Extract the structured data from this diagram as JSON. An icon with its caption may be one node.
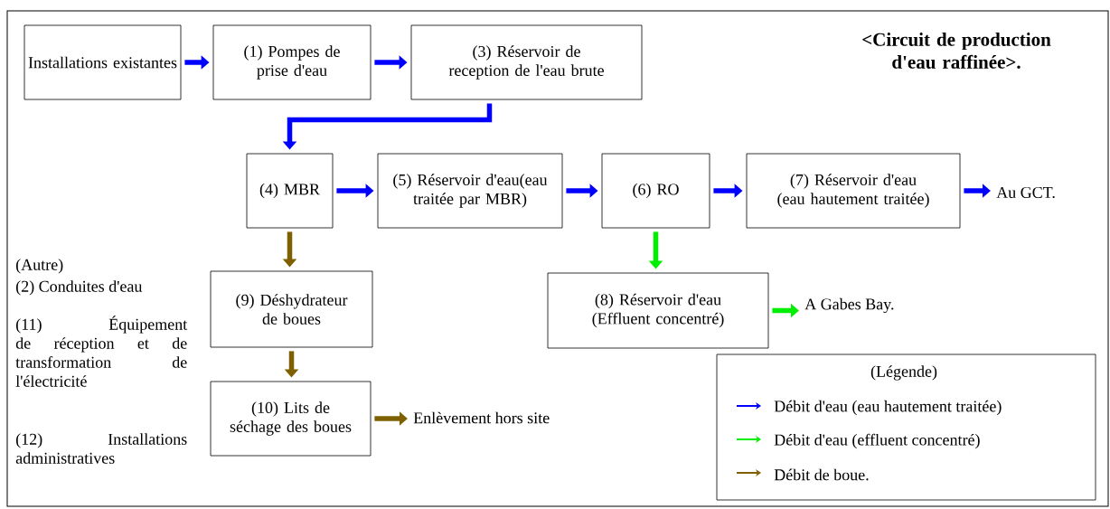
{
  "diagram": {
    "title": "<Circuit de production d'eau raffinée>.",
    "nodes": [
      {
        "text": [
          "Installations existantes"
        ]
      },
      {
        "text": [
          "(1) Pompes de prise d'eau"
        ]
      },
      {
        "text": [
          "(3) Réservoir de reception de l'eau brute"
        ]
      },
      {
        "text": [
          "(4) MBR"
        ]
      },
      {
        "text": [
          "(5) Réservoir d'eau(eau traitée par MBR)"
        ]
      },
      {
        "text": [
          "(6) RO"
        ]
      },
      {
        "text": [
          "(7) Réservoir d'eau (eau hautement traitée)"
        ]
      },
      {
        "text": [
          "Au GCT."
        ]
      },
      {
        "text": [
          "(9) Déshydrateur de boues"
        ]
      },
      {
        "text": [
          "(8) Réservoir d'eau (Effluent concentré)"
        ]
      },
      {
        "text": [
          "A Gabes Bay."
        ]
      },
      {
        "text": [
          "(10) Lits de séchage des boues"
        ]
      },
      {
        "text": [
          "Enlèvement hors site"
        ]
      }
    ],
    "edges": [
      {
        "from": 0,
        "to": 1,
        "arrow": "to"
      },
      {
        "from": 1,
        "to": 2,
        "arrow": "to"
      },
      {
        "from": 2,
        "to": 3,
        "arrow": "to"
      },
      {
        "from": 3,
        "to": 4,
        "arrow": "to"
      },
      {
        "from": 4,
        "to": 5,
        "arrow": "to"
      },
      {
        "from": 5,
        "to": 6,
        "arrow": "to"
      },
      {
        "from": 6,
        "to": 7,
        "arrow": "to"
      },
      {
        "from": 3,
        "to": 8,
        "arrow": "to",
        "color": "#7f6000"
      },
      {
        "from": 5,
        "to": 9,
        "arrow": "to",
        "color": "#00ee00"
      },
      {
        "from": 9,
        "to": 10,
        "arrow": "to",
        "color": "#00ee00"
      },
      {
        "from": 8,
        "to": 11,
        "arrow": "to",
        "color": "#7f6000"
      },
      {
        "from": 11,
        "to": 12,
        "arrow": "to",
        "color": "#7f6000"
      }
    ],
    "labels": [
      "(Autre)",
      "(2) Conduites d'eau",
      "(11) Équipement de réception et de transformation de l'électricité",
      "(12) Installations administratives",
      "(Légende)"
    ],
    "legend": [
      {
        "text": "Débit d'eau (eau hautement traitée)",
        "color": "#0000ff"
      },
      {
        "text": "Débit d'eau (effluent concentré)",
        "color": "#00ee00"
      },
      {
        "text": "Débit de boue.",
        "color": "#7f6000"
      }
    ]
  }
}
